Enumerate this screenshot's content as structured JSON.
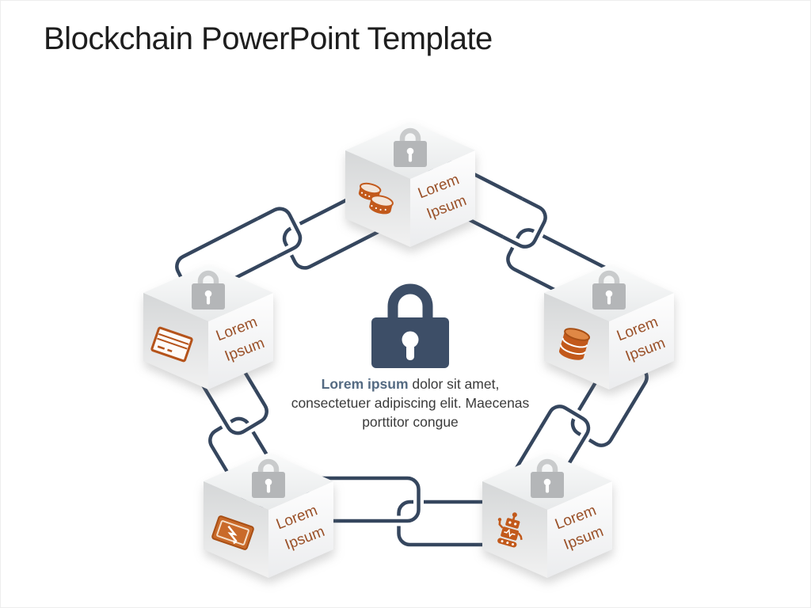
{
  "slide": {
    "title": "Blockchain PowerPoint Template"
  },
  "nodes": [
    {
      "id": "node-top",
      "icon": "coins-icon",
      "label_line1": "Lorem",
      "label_line2": "Ipsum"
    },
    {
      "id": "node-left",
      "icon": "credit-card-icon",
      "label_line1": "Lorem",
      "label_line2": "Ipsum"
    },
    {
      "id": "node-right",
      "icon": "database-icon",
      "label_line1": "Lorem",
      "label_line2": "Ipsum"
    },
    {
      "id": "node-bottom-left",
      "icon": "screen-flash-icon",
      "label_line1": "Lorem",
      "label_line2": "Ipsum"
    },
    {
      "id": "node-bottom-right",
      "icon": "robot-icon",
      "label_line1": "Lorem",
      "label_line2": "Ipsum"
    }
  ],
  "center": {
    "lock_icon": "lock-icon",
    "emphasis": "Lorem ipsum",
    "line1_rest": " dolor sit amet,",
    "line2": "consectetuer adipiscing elit. Maecenas",
    "line3": "porttitor congue"
  },
  "decorations": {
    "cube_top_icon": "padlock-icon",
    "connector": "chain-link"
  },
  "colors": {
    "accent_orange": "#C2591B",
    "chain_navy": "#35465E",
    "center_lock_navy": "#3D4E67",
    "cube_label_brown": "#9A5129",
    "emphasis_blue": "#546A82",
    "body_text": "#3B3B3B",
    "title_text": "#1E1E1E",
    "padlock_gray": "#B4B6B8"
  }
}
